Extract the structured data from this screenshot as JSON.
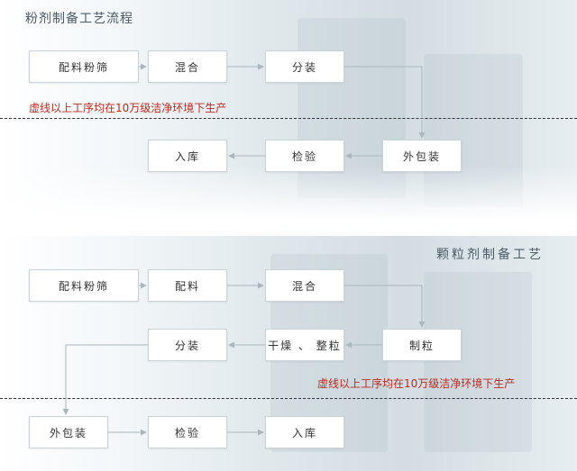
{
  "powder": {
    "title": "粉剂制备工艺流程",
    "steps": [
      "配料粉筛",
      "混合",
      "分装",
      "外包装",
      "检验",
      "入库"
    ],
    "note": "虚线以上工序均在10万级洁净环境下生产"
  },
  "granule": {
    "title": "颗粒剂制备工艺",
    "steps": [
      "配料粉筛",
      "配料",
      "混合",
      "制粒",
      "干燥  、 整粒",
      "分装",
      "外包装",
      "检验",
      "入库"
    ],
    "note": "虚线以上工序均在10万级洁净环境下生产"
  },
  "colors": {
    "arrow": "#a9b6bd",
    "note": "#c0281e",
    "dash": "#333333"
  }
}
